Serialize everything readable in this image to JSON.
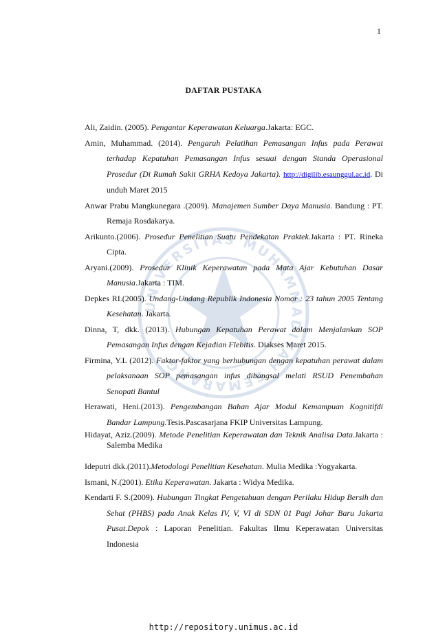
{
  "page_number": "1",
  "title": "DAFTAR PUSTAKA",
  "watermark_text": "UNIVERSITAS MUHAMMADIYAH SEMARANG",
  "references": [
    {
      "author": "Ali, Zaidin. (2005). ",
      "title": "Pengantar Keperawatan Keluarga",
      "rest": ".Jakarta: EGC."
    },
    {
      "author": "Amin, Muhammad. (2014). ",
      "title": "Pengaruh Pelatihan Pemasangan Infus pada Perawat terhadap Kepatuhan Pemasangan Infus sesuai dengan Standa Operasional Prosedur (Di Rumah Sakit GRHA Kedoya Jakarta).",
      "link": "http://digilib.esaunggul.ac.id",
      "rest": ". Di unduh Maret 2015"
    },
    {
      "author": "Anwar Prabu Mangkunegara .(2009). ",
      "title": "Manajemen Sumber Daya Manusia",
      "rest": ". Bandung : PT. Remaja Rosdakarya."
    },
    {
      "author": "Arikunto.(2006). ",
      "title": "Prosedur Penelitian Suatu Pendekatan Praktek",
      "rest": ".Jakarta : PT. Rineka Cipta."
    },
    {
      "author": "Aryani.(2009). ",
      "title": "Prosedur Klinik Keperawatan pada Mata Ajar Kebutuhan Dasar Manusia",
      "rest": ".Jakarta : TIM."
    },
    {
      "author": "Depkes RI.(2005). ",
      "title": "Undang-Undang Republik Indonesia Nomor : 23 tahun 2005 Tentang Kesehatan",
      "rest": ". Jakarta."
    },
    {
      "author": "Dinna, T, dkk. (2013). ",
      "title": "Hubungan Kepatuhan Perawat dalam Menjalankan SOP Pemasangan Infus dengan Kejadian Flebitis",
      "rest": ". Diakses Maret 2015."
    },
    {
      "author": "Firmina, Y.L (2012). ",
      "title": "Faktor-faktor yang berhubungan dengan kepatuhan perawat dalam pelaksanaan SOP pemasangan infus dibangsal melati RSUD Penembahan Senopati Bantul",
      "rest": ""
    },
    {
      "author": "Herawati, Heni.(2013). ",
      "title": "Pengembangan Bahan Ajar Modul Kemampuan Kognitifdi Bandar Lampung",
      "rest": ".Tesis.Pascasarjana FKIP Universitas Lampung."
    },
    {
      "author": "Hidayat, Aziz.(2009). ",
      "title": "Metode Penelitian Keperawatan dan Teknik Analisa Data",
      "rest": ".Jakarta : Salemba Medika"
    },
    {
      "author": "Ideputri dkk.(2011).",
      "title": "Metodologi Penelitian Kesehatan",
      "rest": ". Mulia Medika :Yogyakarta."
    },
    {
      "author": "Ismani, N.(2001). ",
      "title": "Etika Keperawatan",
      "rest": ". Jakarta : Widya Medika."
    },
    {
      "author": "Kendarti F. S.(2009). ",
      "title": "Hubungan Tingkat Pengetahuan dengan Perilaku Hidup Bersih dan Sehat (PHBS) pada Anak Kelas IV, V, VI di SDN 01 Pagi Johar Baru Jakarta Pusat.Depok",
      "rest": " : Laporan Penelitian. Fakultas Ilmu Keperawatan Universitas Indonesia"
    }
  ],
  "footer_url": "http://repository.unimus.ac.id"
}
